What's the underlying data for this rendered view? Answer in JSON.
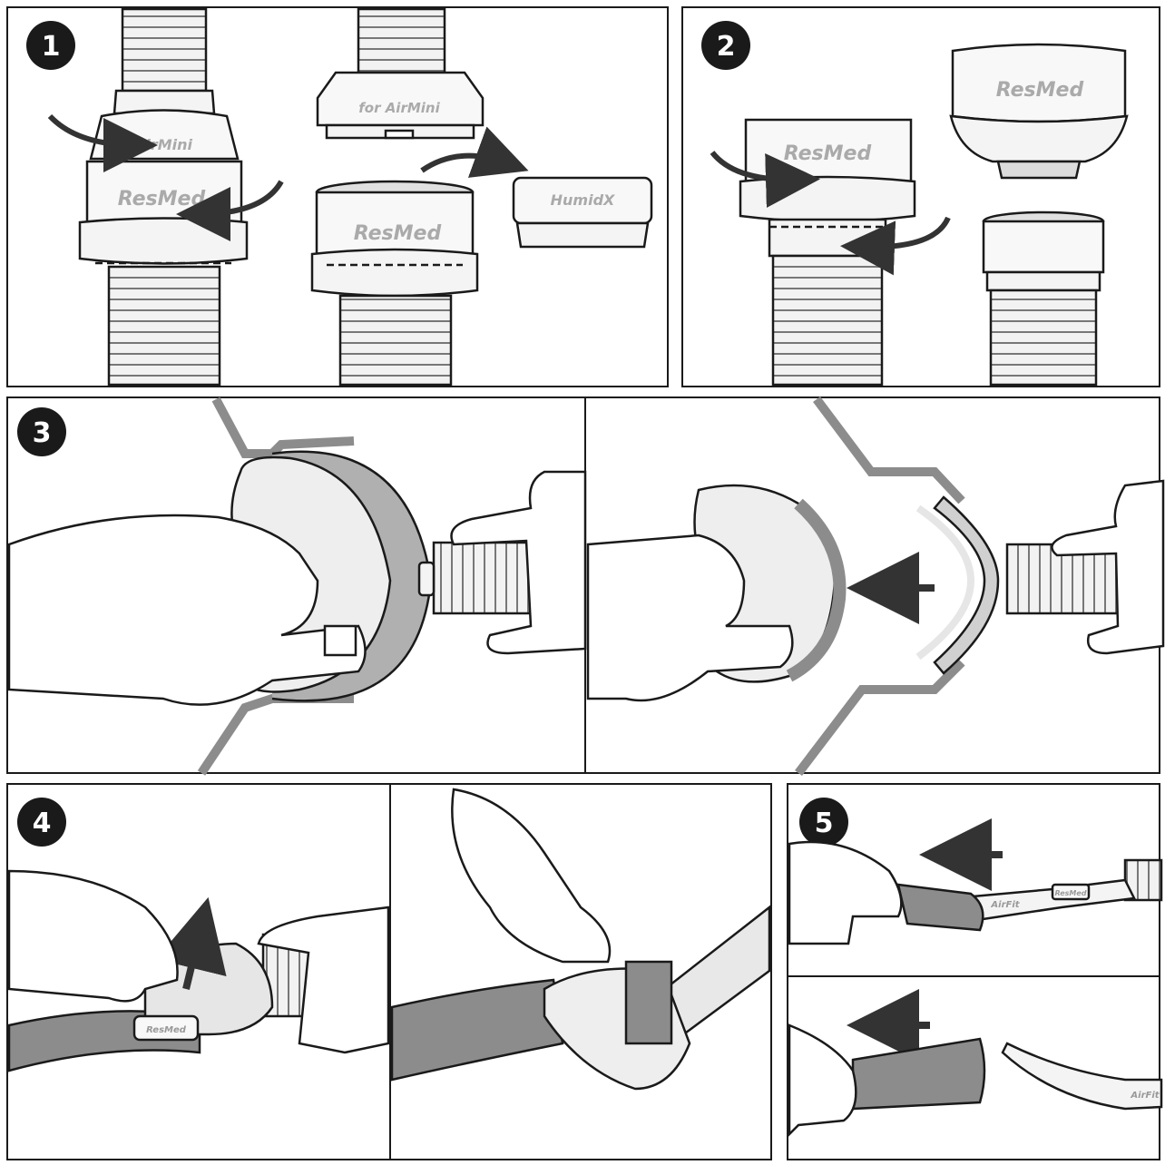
{
  "steps": [
    {
      "number": "1",
      "labels": {
        "tube_band": "AirMini",
        "adapter_body": "ResMed",
        "adapter_cap": "for AirMini",
        "adapter_open": "ResMed",
        "humidx": "HumidX"
      }
    },
    {
      "number": "2",
      "labels": {
        "adapter_assembled": "ResMed",
        "cap_top": "ResMed"
      }
    },
    {
      "number": "3"
    },
    {
      "number": "4",
      "labels": {
        "frame_clip": "ResMed"
      }
    },
    {
      "number": "5",
      "labels": {
        "frame_top": "AirFit",
        "frame_top_tab": "ResMed",
        "strap_bottom": "AirFit"
      }
    }
  ],
  "colors": {
    "line": "#1a1a1a",
    "strap": "#8c8c8c",
    "cushion": "#eeeeee",
    "paper": "#ffffff",
    "arrow": "#333333"
  }
}
